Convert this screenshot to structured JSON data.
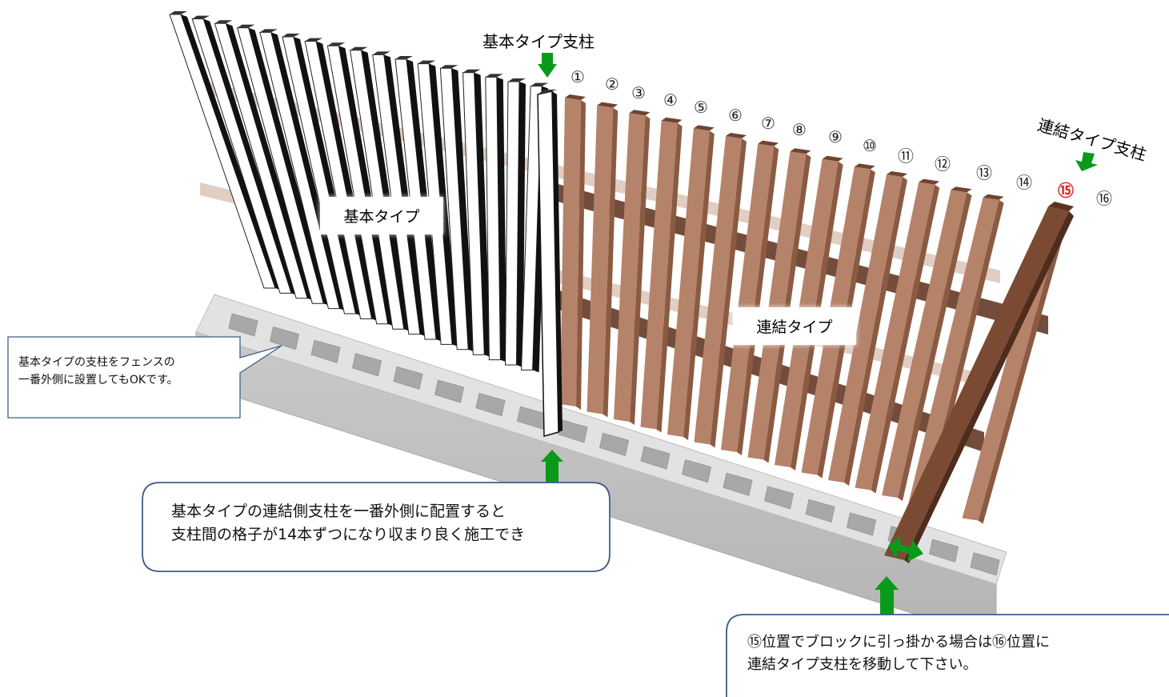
{
  "labels": {
    "basic_post": "基本タイプ支柱",
    "link_post": "連結タイプ支柱",
    "basic_type": "基本タイプ",
    "link_type": "連結タイプ"
  },
  "numbers": [
    "①",
    "②",
    "③",
    "④",
    "⑤",
    "⑥",
    "⑦",
    "⑧",
    "⑨",
    "⑩",
    "⑪",
    "⑫",
    "⑬",
    "⑭",
    "⑮",
    "⑯"
  ],
  "highlighted_number": "⑮",
  "notes": {
    "left": {
      "line1": "基本タイプの支柱をフェンスの",
      "line2": "一番外側に設置してもOKです。"
    },
    "center": {
      "line1": "基本タイプの連結側支柱を一番外側に配置すると",
      "line2": "支柱間の格子が14本ずつになり収まり良く施工でき"
    },
    "right": {
      "line1": "⑮位置でブロックに引っ掛かる場合は⑯位置に",
      "line2": "連結タイプ支柱を移動して下さい。"
    }
  },
  "colors": {
    "arrow": "#0a9a1a",
    "brown": "#a8745a",
    "brown_dark": "#7a4a33",
    "block": "#d6d6d6",
    "callout_border": "#3d5f87",
    "highlight": "#e02020"
  }
}
